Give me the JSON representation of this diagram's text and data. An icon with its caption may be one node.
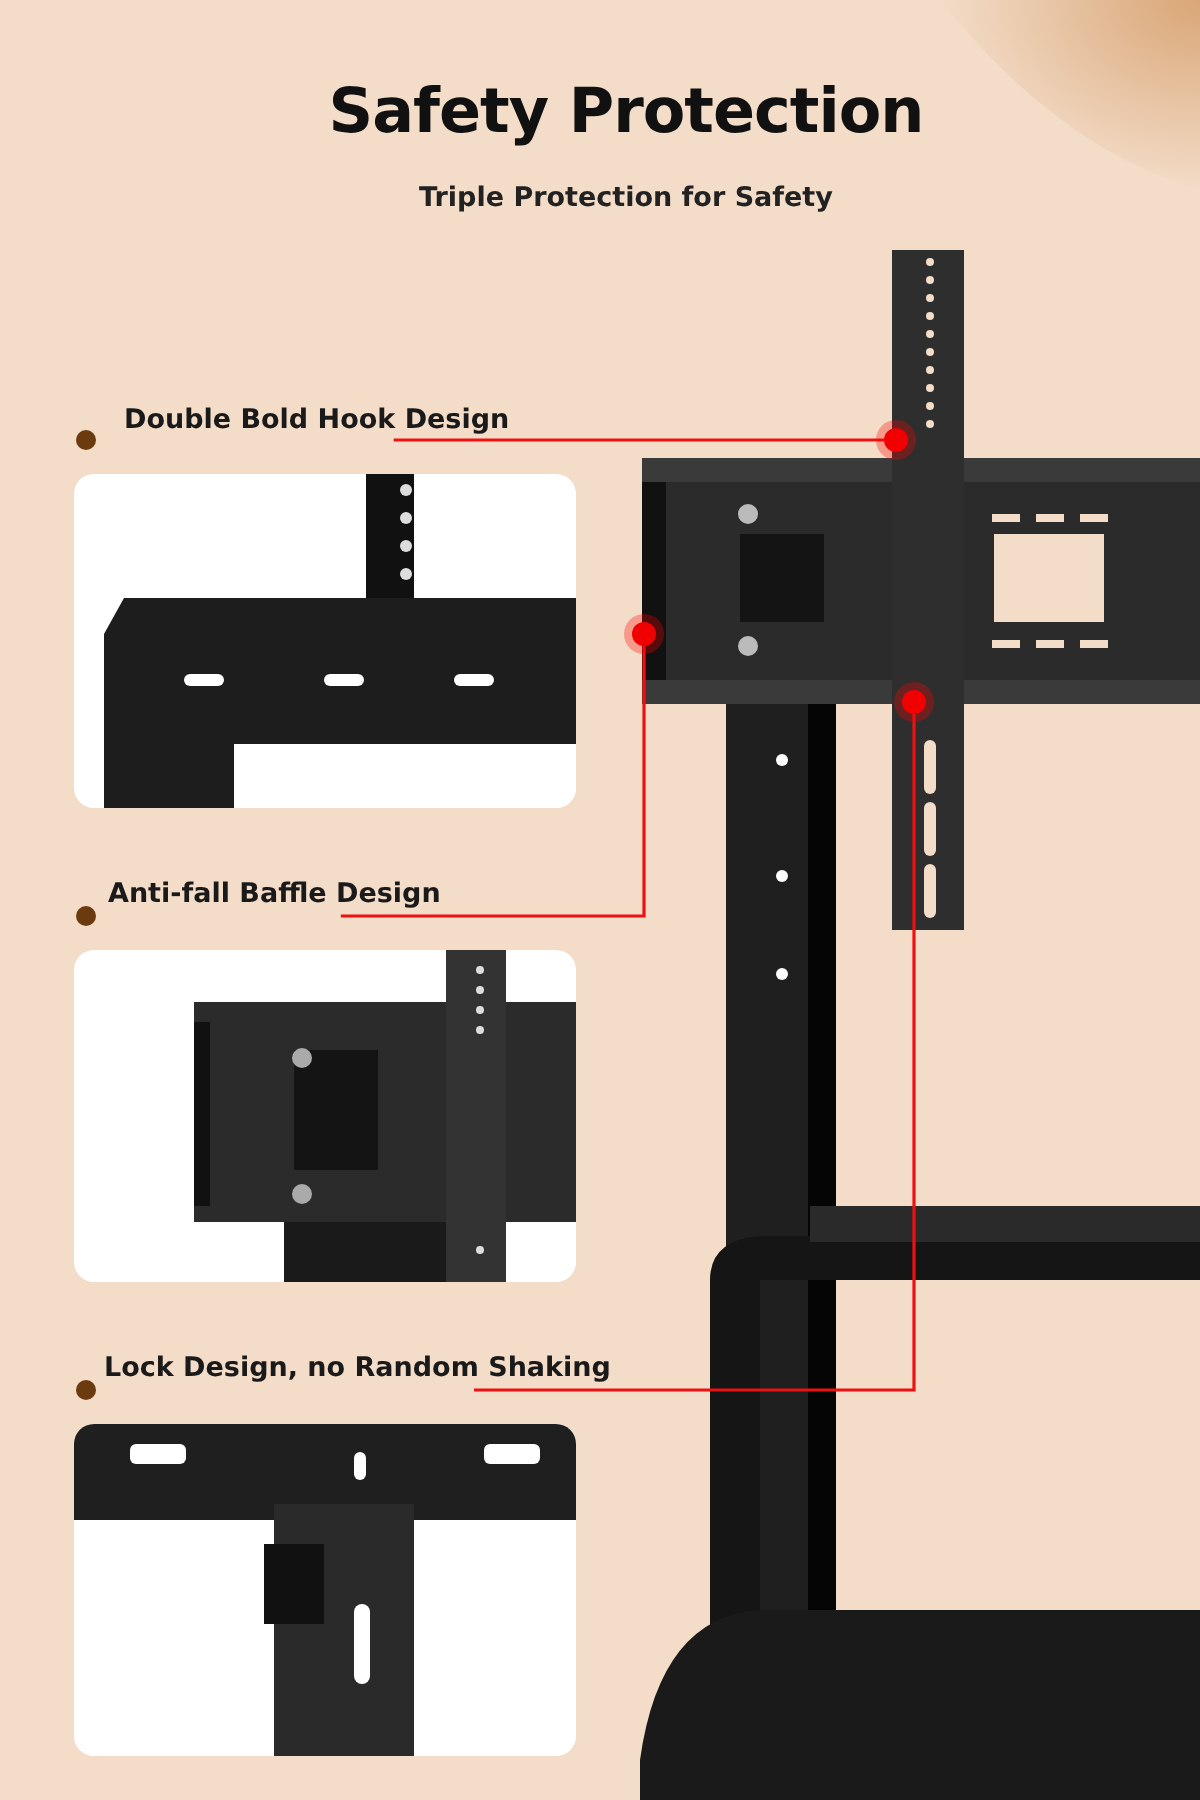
{
  "diagram": {
    "title": "Safety Protection",
    "caption": "Triple Protection for Safety",
    "nodes": [
      {
        "text": [
          "Double Bold Hook Design"
        ]
      },
      {
        "text": [
          "Anti-fall Baffle Design"
        ]
      },
      {
        "text": [
          "Lock Design, no Random Shaking"
        ]
      },
      {
        "text": [],
        "shape": "circle"
      },
      {
        "text": [],
        "shape": "circle"
      },
      {
        "text": [],
        "shape": "circle"
      }
    ],
    "edges": [
      {
        "from": 0,
        "to": 3,
        "arrow": "none"
      },
      {
        "from": 1,
        "to": 4,
        "arrow": "none"
      },
      {
        "from": 2,
        "to": 5,
        "arrow": "none"
      }
    ]
  }
}
